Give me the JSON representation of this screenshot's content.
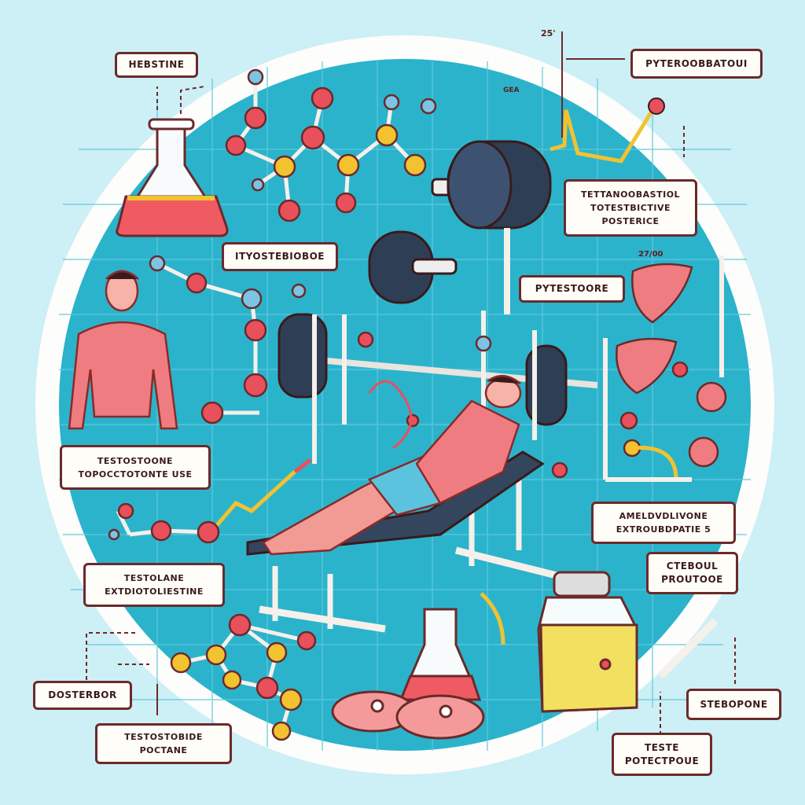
{
  "labels": {
    "hebstine": "HEBSTINE",
    "pyteroobbatoui": "PYTEROOBBATOUI",
    "tettanoobastiol": [
      "TETTANOOBASTIOL",
      "TOTESTBICTIVE",
      "POSTERICE"
    ],
    "ityostebioboe": "ITYOSTEBIOBOE",
    "pytestoore": "PYTESTOORE",
    "testostoone": [
      "TESTOSTOONE",
      "TOPOCCTOTONTE USE"
    ],
    "ameldvdlivone": [
      "AMELDVDLIVONE",
      "EXTROUBDPATIE 5"
    ],
    "testolane": [
      "TESTOLANE",
      "EXTDIOTOLIESTINE"
    ],
    "cteboul": [
      "CTEBOUL",
      "PROUTOOE"
    ],
    "dosterbor": "DOSTERBOR",
    "stebopone": "STEBOPONE",
    "testostobide": [
      "TESTOSTOBIDE",
      "POCTANE"
    ],
    "teste": [
      "TESTE",
      "POTECTPOUE"
    ]
  },
  "annotations": {
    "top": "25'",
    "gea": "GEA",
    "ratio": "27/00"
  },
  "colors": {
    "background": "#cdeff6",
    "circle": "#2bb3cc",
    "ring": "#fdfdfb",
    "atom_red": "#e8505b",
    "atom_yellow": "#f2c230",
    "atom_blue": "#7cc4e4",
    "outline": "#6b2a2a",
    "weight": "#2e3f55",
    "muscle": "#ef7c80"
  }
}
